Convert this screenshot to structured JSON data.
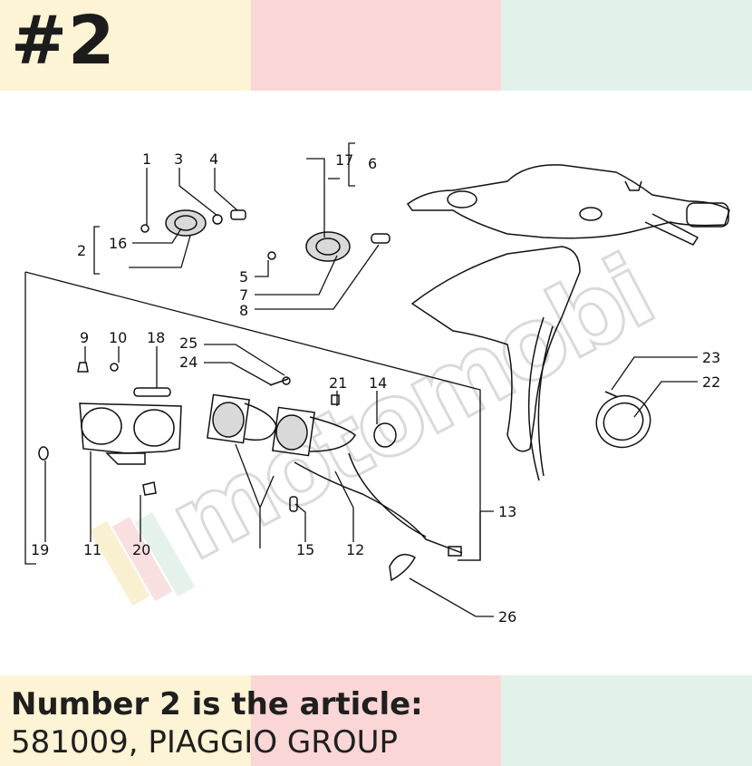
{
  "badge": "#2",
  "caption": {
    "title": "Number 2 is the article:",
    "text": "581009, PIAGGIO GROUP"
  },
  "watermark": "motomobi",
  "callouts": [
    "1",
    "2",
    "3",
    "4",
    "5",
    "6",
    "7",
    "8",
    "9",
    "10",
    "11",
    "12",
    "13",
    "14",
    "15",
    "16",
    "17",
    "18",
    "19",
    "20",
    "21",
    "22",
    "23",
    "24",
    "25",
    "26"
  ],
  "colors": {
    "band_yellow": "#fdf3d5",
    "band_pink": "#fad6d6",
    "band_green": "#e2f2ea"
  }
}
